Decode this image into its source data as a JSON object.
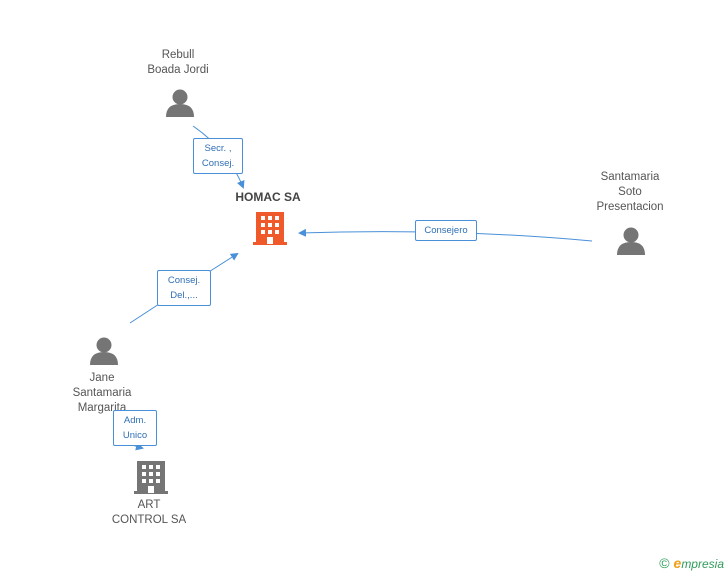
{
  "nodes": {
    "rebull": {
      "lines": [
        "Rebull",
        "Boada Jordi"
      ]
    },
    "homac": {
      "lines": [
        "HOMAC SA"
      ]
    },
    "santamaria_soto": {
      "lines": [
        "Santamaria",
        "Soto",
        "Presentacion"
      ]
    },
    "jane": {
      "lines": [
        "Jane",
        "Santamaria",
        "Margarita"
      ]
    },
    "art_control": {
      "lines": [
        "ART",
        "CONTROL SA"
      ]
    }
  },
  "edges": {
    "rebull_homac": {
      "lines": [
        "Secr. ,",
        "Consej."
      ]
    },
    "soto_homac": {
      "lines": [
        "Consejero"
      ]
    },
    "jane_homac": {
      "lines": [
        "Consej.",
        "Del.,..."
      ]
    },
    "jane_art": {
      "lines": [
        "Adm.",
        "Unico"
      ]
    }
  },
  "colors": {
    "edge": "#4a90d9",
    "person": "#757575",
    "company_main": "#f0592a",
    "company": "#757575"
  },
  "footer": {
    "copyright": "©",
    "brand_e": "e",
    "brand_rest": "mpresia"
  }
}
